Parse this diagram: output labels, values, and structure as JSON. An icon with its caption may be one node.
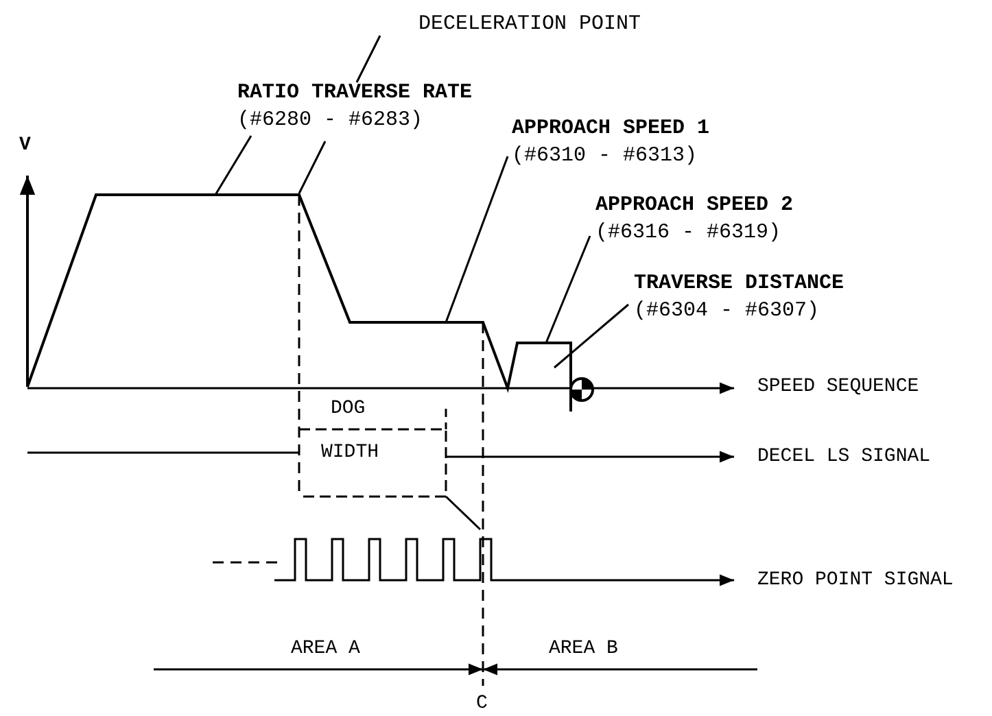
{
  "diagram": {
    "nodes": [
      {
        "text": [
          "DECELERATION POINT"
        ]
      },
      {
        "text": [
          "RATIO TRAVERSE RATE",
          "(#6280 - #6283)"
        ]
      },
      {
        "text": [
          "APPROACH SPEED 1",
          "(#6310 - #6313)"
        ]
      },
      {
        "text": [
          "APPROACH SPEED 2",
          "(#6316 - #6319)"
        ]
      },
      {
        "text": [
          "TRAVERSE DISTANCE",
          "(#6304 - #6307)"
        ]
      }
    ],
    "edges": [
      {
        "from": 0,
        "to": null,
        "arrow": "none"
      },
      {
        "from": 1,
        "to": null,
        "arrow": "none"
      },
      {
        "from": 2,
        "to": null,
        "arrow": "none"
      },
      {
        "from": 3,
        "to": null,
        "arrow": "none"
      },
      {
        "from": 4,
        "to": null,
        "arrow": "none"
      }
    ],
    "labels": [
      "V",
      "SPEED SEQUENCE",
      "DOG",
      "WIDTH",
      "DECEL LS SIGNAL",
      "ZERO POINT SIGNAL",
      "AREA A",
      "AREA B",
      "C"
    ]
  }
}
